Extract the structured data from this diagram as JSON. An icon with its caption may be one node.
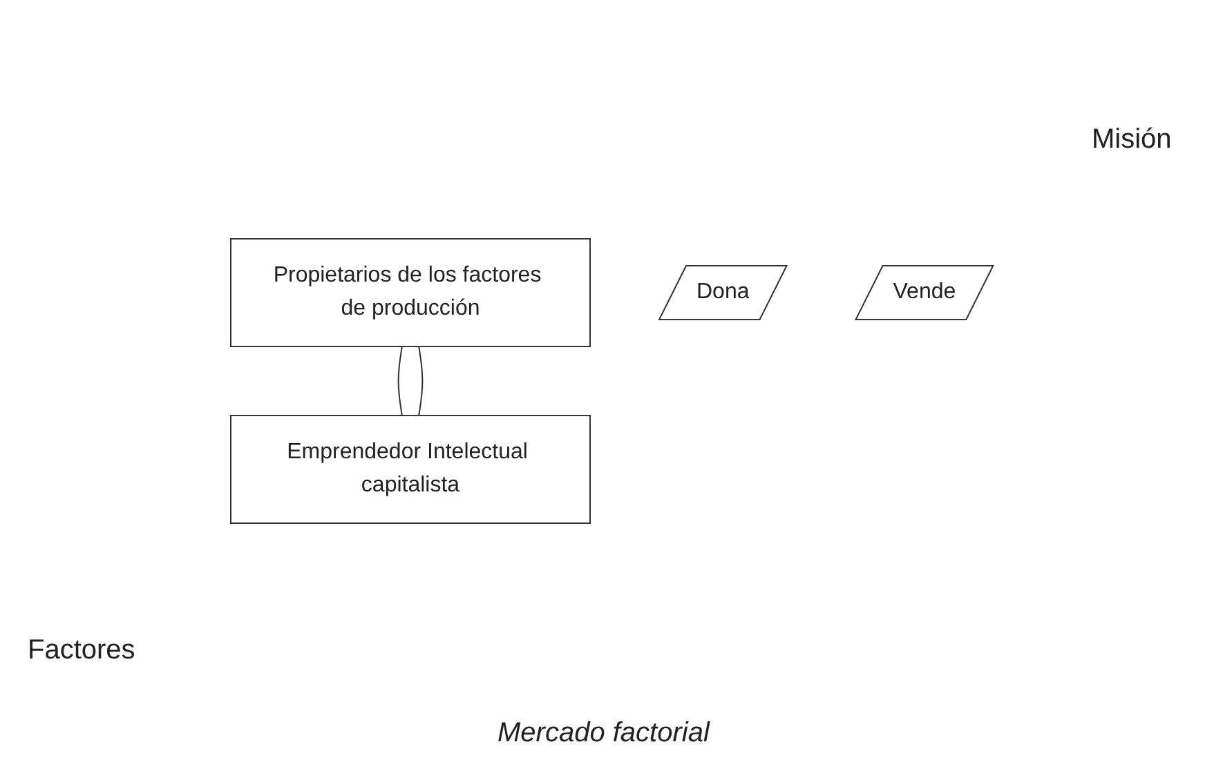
{
  "diagram": {
    "nodes": [
      {
        "text": [
          "Propietarios de los factores de producción"
        ]
      },
      {
        "text": [
          "Emprendedor Intelectual capitalista"
        ]
      },
      {
        "text": [
          "Dona"
        ]
      },
      {
        "text": [
          "Vende"
        ]
      }
    ],
    "edges": [
      {
        "from": 0,
        "to": 1,
        "arrow": "none"
      },
      {
        "from": 0,
        "to": 1,
        "arrow": "none"
      }
    ],
    "labels": [
      "Misión",
      "Mercado factorial",
      "Factores"
    ]
  }
}
